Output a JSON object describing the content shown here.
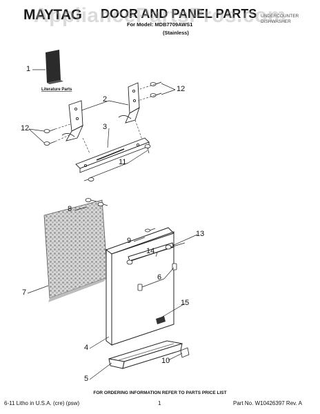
{
  "header": {
    "brand": "MAYTAG",
    "title": "DOOR AND PANEL PARTS",
    "model_line": "For Model: MDB7709AWS1",
    "model_variant": "(Stainless)",
    "product_type": [
      "UNDERCOUNTER",
      "DISHWASHER"
    ]
  },
  "watermark": "AppliancePartsPros.com",
  "diagram": {
    "literature_label": "Literature Parts",
    "callouts": [
      "1",
      "2",
      "3",
      "11",
      "12",
      "12",
      "8",
      "9",
      "13",
      "14",
      "6",
      "7",
      "15",
      "4",
      "10",
      "5"
    ]
  },
  "footer": {
    "ordering_note": "FOR ORDERING INFORMATION REFER TO PARTS PRICE LIST",
    "print_info": "6-11 Litho in U.S.A. (cre) (psw)",
    "page_number": "1",
    "part_number": "Part No. W10426397 Rev. A"
  },
  "colors": {
    "line": "#222222",
    "panel_texture": "#9a9a9a",
    "door_fill": "#ffffff"
  }
}
